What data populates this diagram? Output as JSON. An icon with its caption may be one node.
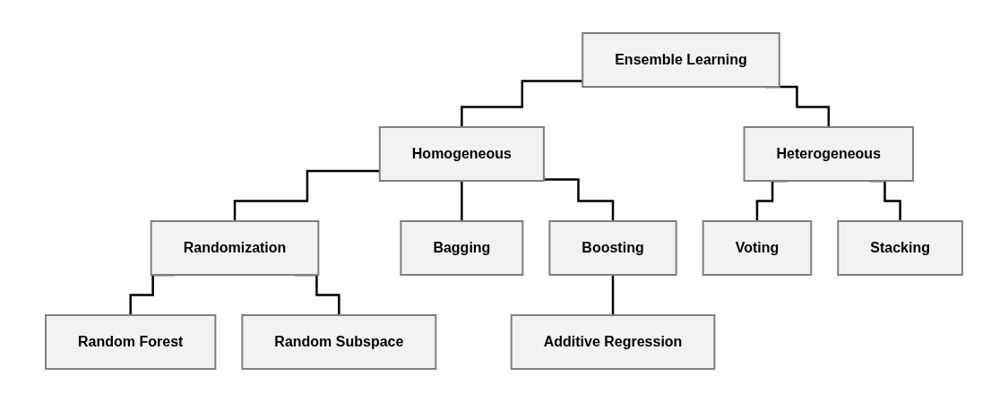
{
  "diagram": {
    "nodes": [
      {
        "text": [
          "Ensemble Learning"
        ]
      },
      {
        "text": [
          "Homogeneous"
        ]
      },
      {
        "text": [
          "Heterogeneous"
        ]
      },
      {
        "text": [
          "Randomization"
        ]
      },
      {
        "text": [
          "Bagging"
        ]
      },
      {
        "text": [
          "Boosting"
        ]
      },
      {
        "text": [
          "Voting"
        ]
      },
      {
        "text": [
          "Stacking"
        ]
      },
      {
        "text": [
          "Random Forest"
        ]
      },
      {
        "text": [
          "Random Subspace"
        ]
      },
      {
        "text": [
          "Additive Regression"
        ]
      }
    ],
    "edges": [
      {
        "from": 0,
        "to": 1,
        "arrow": "none"
      },
      {
        "from": 0,
        "to": 2,
        "arrow": "none"
      },
      {
        "from": 1,
        "to": 3,
        "arrow": "none"
      },
      {
        "from": 1,
        "to": 4,
        "arrow": "none"
      },
      {
        "from": 1,
        "to": 5,
        "arrow": "none"
      },
      {
        "from": 2,
        "to": 6,
        "arrow": "none"
      },
      {
        "from": 2,
        "to": 7,
        "arrow": "none"
      },
      {
        "from": 3,
        "to": 8,
        "arrow": "none"
      },
      {
        "from": 3,
        "to": 9,
        "arrow": "none"
      },
      {
        "from": 5,
        "to": 10,
        "arrow": "none"
      }
    ]
  }
}
